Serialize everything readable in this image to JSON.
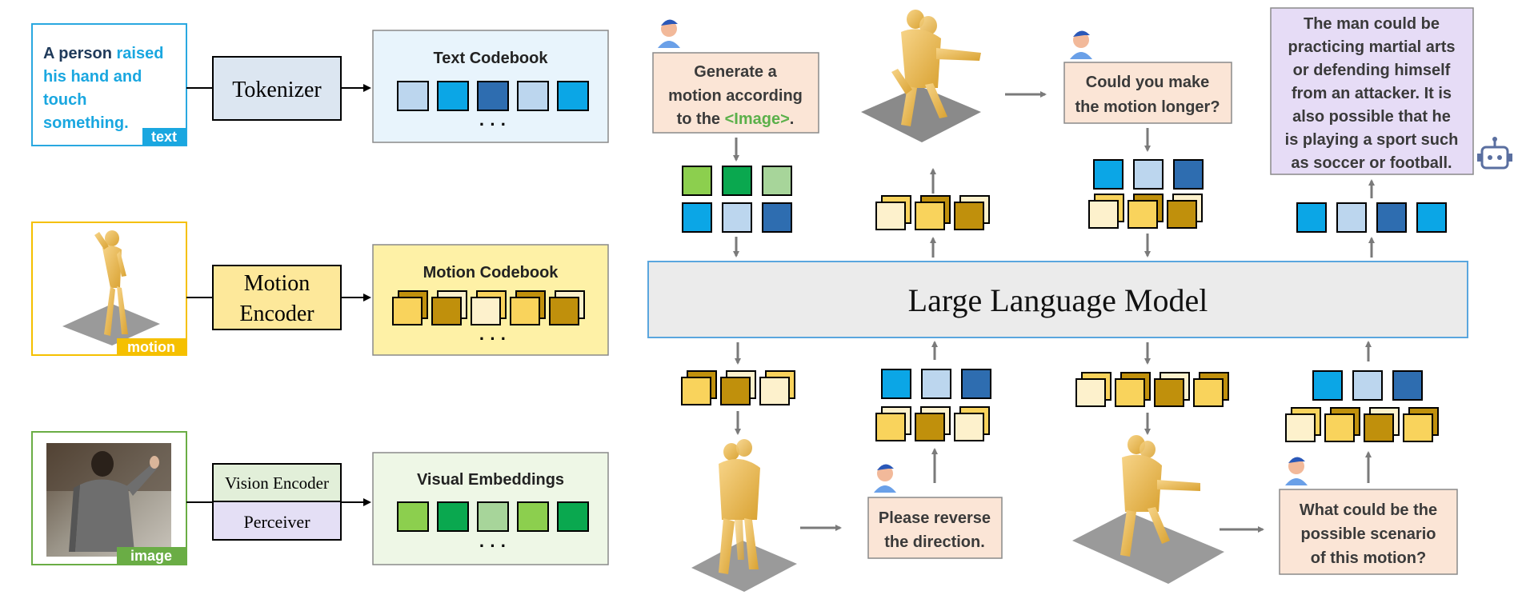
{
  "inputs": {
    "text_sample": {
      "part1": "A person ",
      "part2": "raised",
      "part3": "his hand and",
      "part4": "touch",
      "part5": "something.",
      "tag": "text"
    },
    "motion_tag": "motion",
    "image_tag": "image"
  },
  "modules": {
    "tokenizer": "Tokenizer",
    "motion_encoder_line1": "Motion",
    "motion_encoder_line2": "Encoder",
    "vision_encoder": "Vision Encoder",
    "perceiver": "Perceiver"
  },
  "codebooks": {
    "text": "Text Codebook",
    "motion": "Motion Codebook",
    "visual": "Visual Embeddings",
    "ellipsis": "· · ·"
  },
  "llm": {
    "label": "Large Language Model"
  },
  "dialog": {
    "q1": {
      "line1": "Generate a",
      "line2": "motion according",
      "line3": "to the ",
      "highlight": "<Image>",
      "end": "."
    },
    "q2": {
      "line1": "Could you  make",
      "line2": "the motion longer?"
    },
    "q3": {
      "line1": "Please reverse",
      "line2": "the direction."
    },
    "q4": {
      "line1": "What could be the",
      "line2": "possible scenario",
      "line3": "of this motion?"
    },
    "answer": {
      "lines": [
        "The man could be",
        "practicing martial arts",
        "or defending himself",
        "from an attacker. It is",
        "also possible that he",
        "is playing a sport such",
        "as soccer or football."
      ]
    }
  },
  "colors": {
    "text_blue": "#1aa7e0",
    "dark_navy": "#1f3a5a",
    "image_green": "#6aad45",
    "motion_gold": "#f5c000",
    "llm_border": "#5aa6de",
    "highlight_green": "#5bb04a",
    "arrow_gray": "#7a7a7a"
  },
  "icons": [
    "user-icon",
    "robot-icon"
  ]
}
